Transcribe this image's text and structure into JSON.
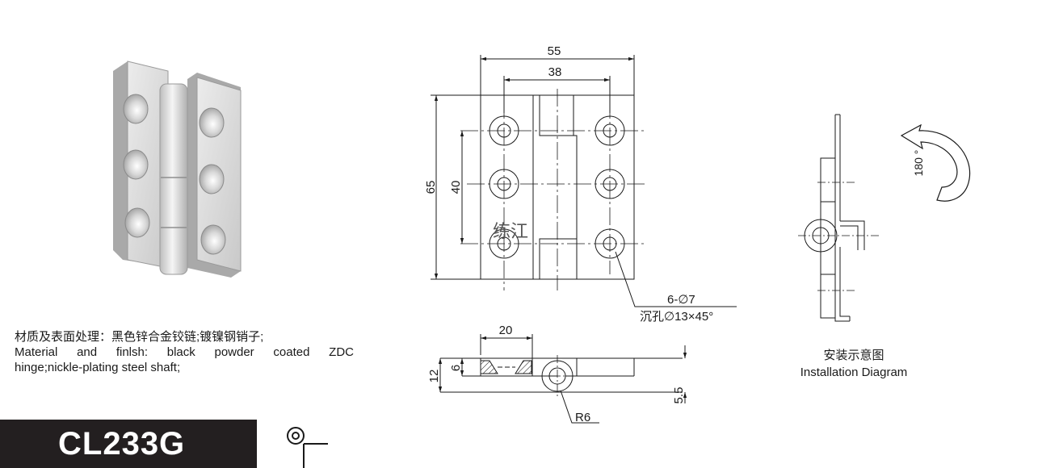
{
  "description": {
    "cn": "材质及表面处理：黑色锌合金铰链;镀镍钢销子;",
    "en_line1": "Material and finlsh: black powder coated ZDC",
    "en_line2": "hinge;nickle-plating steel shaft;"
  },
  "model": "CL233G",
  "front_view": {
    "dim_width": "55",
    "dim_hole_spacing_h": "38",
    "dim_height": "65",
    "dim_hole_spacing_v": "40",
    "hole_note_1": "6-∅7",
    "hole_note_2": "沉孔∅13×45°",
    "watermark": "练江"
  },
  "side_view": {
    "dim_20": "20",
    "dim_12": "12",
    "dim_6": "6",
    "dim_5_5": "5.5",
    "dim_r6": "R6"
  },
  "installation": {
    "rotation_label": "180 °",
    "caption_cn": "安装示意图",
    "caption_en": "Installation Diagram"
  },
  "colors": {
    "line": "#1a1a1a",
    "model_bar": "#231f20",
    "metal_light": "#e4e4e4",
    "metal_dark": "#b8b8b8"
  }
}
